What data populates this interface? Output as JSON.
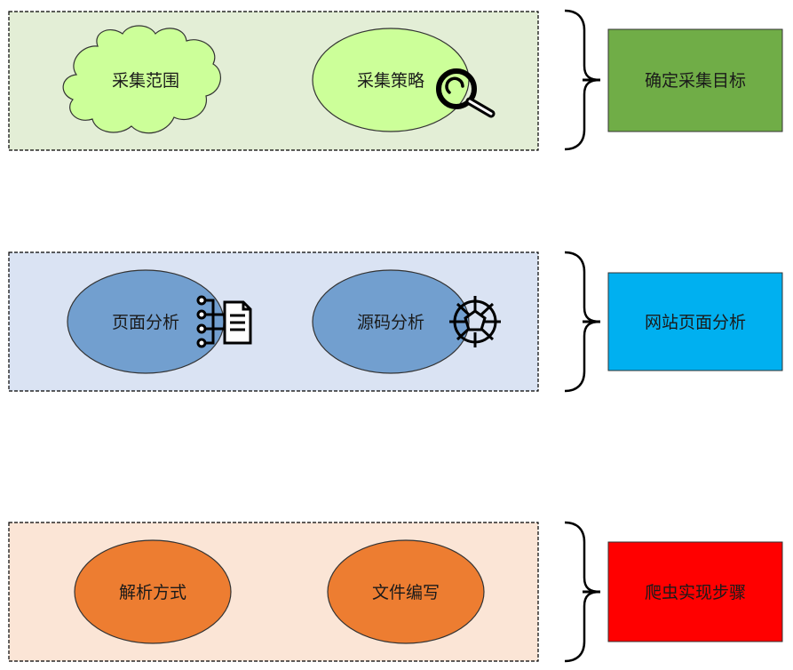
{
  "sections": [
    {
      "id": "target",
      "colors": {
        "panel_fill": "#e3eed6",
        "box_fill": "#70ad47",
        "shape_a_fill": "#ccff99",
        "shape_b_fill": "#ccff99"
      },
      "items": [
        {
          "label": "采集范围",
          "shape": "cloud"
        },
        {
          "label": "采集策略",
          "shape": "ellipse",
          "icon": "magnifier-icon"
        }
      ],
      "summary": "确定采集目标"
    },
    {
      "id": "analysis",
      "colors": {
        "panel_fill": "#dae3f3",
        "box_fill": "#00b0f0",
        "shape_a_fill": "#729fcf",
        "shape_b_fill": "#729fcf"
      },
      "items": [
        {
          "label": "页面分析",
          "shape": "ellipse",
          "icon": "document-network-icon"
        },
        {
          "label": "源码分析",
          "shape": "ellipse",
          "icon": "helm-gear-icon"
        }
      ],
      "summary": "网站页面分析"
    },
    {
      "id": "implementation",
      "colors": {
        "panel_fill": "#fbe5d6",
        "box_fill": "#ff0000",
        "shape_a_fill": "#ed7d31",
        "shape_b_fill": "#ed7d31"
      },
      "items": [
        {
          "label": "解析方式",
          "shape": "ellipse"
        },
        {
          "label": "文件编写",
          "shape": "ellipse"
        }
      ],
      "summary": "爬虫实现步骤"
    }
  ]
}
